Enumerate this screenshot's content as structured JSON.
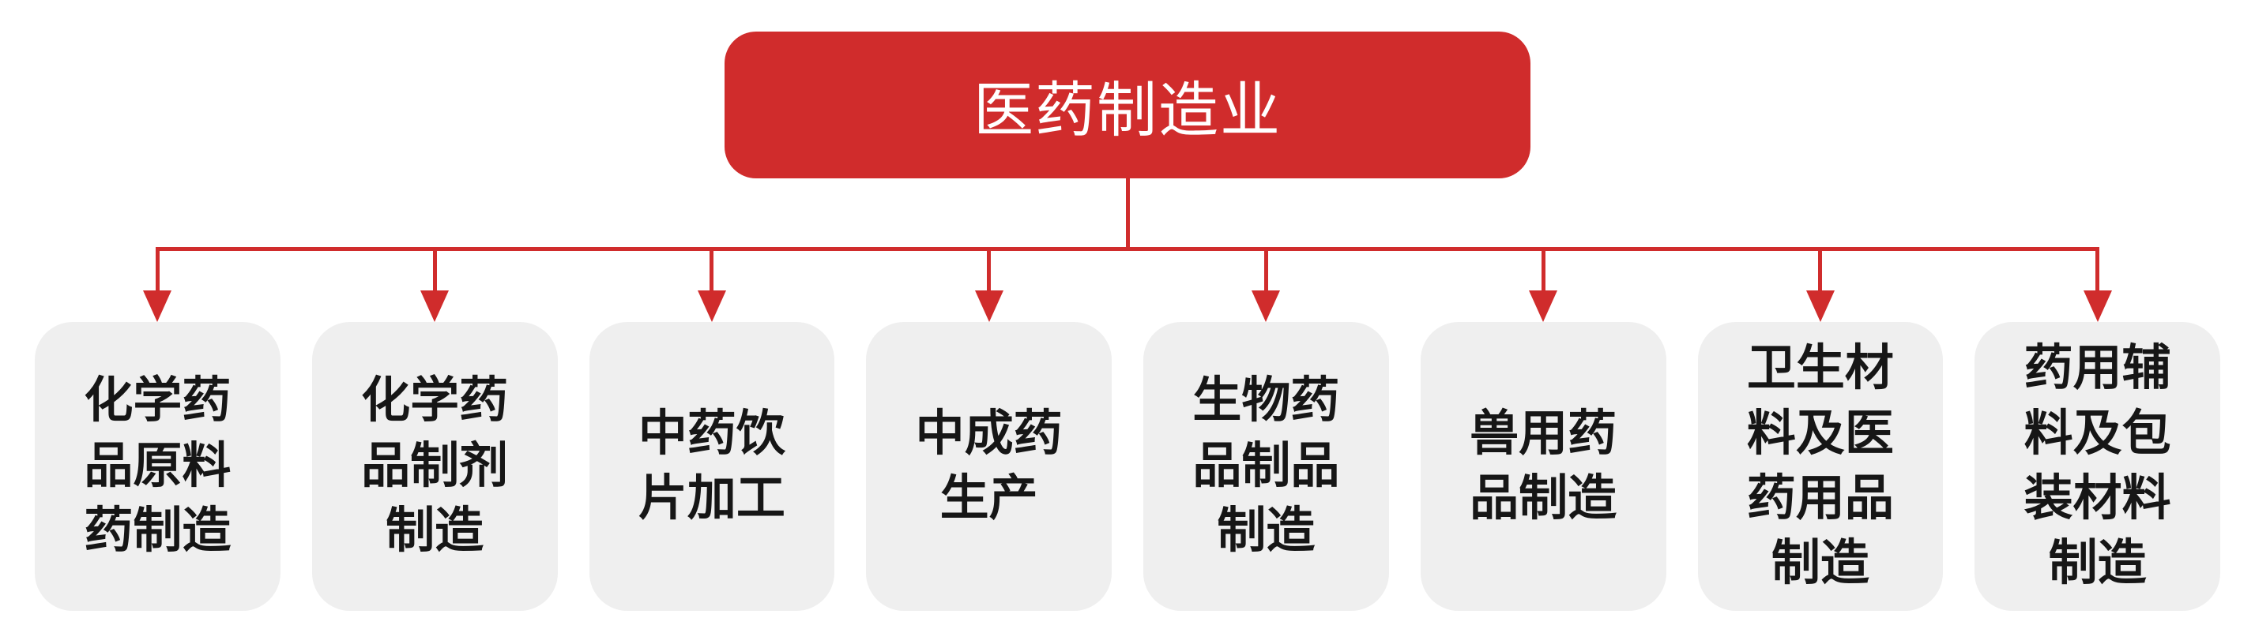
{
  "diagram": {
    "type": "org-hierarchy",
    "root": {
      "label": "医药制造业"
    },
    "children": [
      {
        "label": "化学药品原料药制造"
      },
      {
        "label": "化学药品制剂制造"
      },
      {
        "label": "中药饮片加工"
      },
      {
        "label": "中成药生产"
      },
      {
        "label": "生物药品制品制造"
      },
      {
        "label": "兽用药品制造"
      },
      {
        "label": "卫生材料及医药用品制造"
      },
      {
        "label": "药用辅料及包装材料制造"
      }
    ],
    "colors": {
      "accent": "#d02c2c",
      "node_bg": "#efefef",
      "node_text": "#161616",
      "root_text": "#ffffff"
    }
  }
}
